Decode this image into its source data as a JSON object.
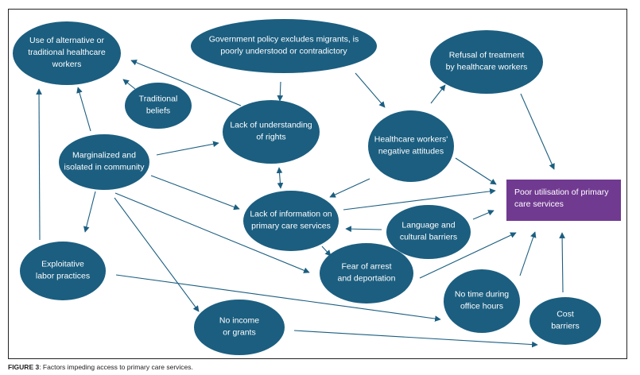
{
  "colors": {
    "node_fill": "#1b5e80",
    "outcome_fill": "#713a91",
    "edge": "#1b5e80",
    "node_text": "#ffffff"
  },
  "caption": {
    "label": "FIGURE 3",
    "text": ": Factors impeding access to primary care services."
  },
  "nodes": [
    {
      "id": "alternative-healthcare",
      "shape": "ellipse",
      "lines": [
        "Use of alternative or",
        "traditional healthcare",
        "workers"
      ]
    },
    {
      "id": "government-policy",
      "shape": "ellipse",
      "lines": [
        "Government policy excludes migrants, is",
        "poorly understood or contradictory"
      ]
    },
    {
      "id": "refusal-of-treatment",
      "shape": "ellipse",
      "lines": [
        "Refusal of treatment",
        "by healthcare workers"
      ]
    },
    {
      "id": "traditional-beliefs",
      "shape": "ellipse",
      "lines": [
        "Traditional",
        "beliefs"
      ]
    },
    {
      "id": "lack-of-understanding-rights",
      "shape": "ellipse",
      "lines": [
        "Lack of understanding",
        "of rights"
      ]
    },
    {
      "id": "healthcare-workers-attitudes",
      "shape": "ellipse",
      "lines": [
        "Healthcare workers'",
        "negative attitudes"
      ]
    },
    {
      "id": "marginalized-isolated",
      "shape": "ellipse",
      "lines": [
        "Marginalized and",
        "isolated in community"
      ]
    },
    {
      "id": "poor-utilisation",
      "shape": "box",
      "lines": [
        "Poor utilisation of primary",
        "care services"
      ]
    },
    {
      "id": "lack-of-information",
      "shape": "ellipse",
      "lines": [
        "Lack of information on",
        "primary care services"
      ]
    },
    {
      "id": "language-cultural-barriers",
      "shape": "ellipse",
      "lines": [
        "Language and",
        "cultural barriers"
      ]
    },
    {
      "id": "exploitative-labor",
      "shape": "ellipse",
      "lines": [
        "Exploitative",
        "labor practices"
      ]
    },
    {
      "id": "fear-of-arrest",
      "shape": "ellipse",
      "lines": [
        "Fear of arrest",
        "and deportation"
      ]
    },
    {
      "id": "no-time-office-hours",
      "shape": "ellipse",
      "lines": [
        "No time during",
        "office hours"
      ]
    },
    {
      "id": "no-income-grants",
      "shape": "ellipse",
      "lines": [
        "No income",
        "or grants"
      ]
    },
    {
      "id": "cost-barriers",
      "shape": "ellipse",
      "lines": [
        "Cost",
        "barriers"
      ]
    }
  ],
  "edges": [
    {
      "from": "traditional-beliefs",
      "to": "alternative-healthcare"
    },
    {
      "from": "lack-of-understanding-rights",
      "to": "alternative-healthcare"
    },
    {
      "from": "marginalized-isolated",
      "to": "alternative-healthcare"
    },
    {
      "from": "exploitative-labor",
      "to": "alternative-healthcare"
    },
    {
      "from": "government-policy",
      "to": "lack-of-understanding-rights"
    },
    {
      "from": "government-policy",
      "to": "healthcare-workers-attitudes"
    },
    {
      "from": "healthcare-workers-attitudes",
      "to": "refusal-of-treatment"
    },
    {
      "from": "refusal-of-treatment",
      "to": "poor-utilisation"
    },
    {
      "from": "marginalized-isolated",
      "to": "lack-of-understanding-rights"
    },
    {
      "from": "lack-of-understanding-rights",
      "to": "lack-of-information",
      "bidirectional": true
    },
    {
      "from": "healthcare-workers-attitudes",
      "to": "lack-of-information"
    },
    {
      "from": "healthcare-workers-attitudes",
      "to": "poor-utilisation"
    },
    {
      "from": "marginalized-isolated",
      "to": "lack-of-information"
    },
    {
      "from": "marginalized-isolated",
      "to": "exploitative-labor"
    },
    {
      "from": "marginalized-isolated",
      "to": "fear-of-arrest"
    },
    {
      "from": "marginalized-isolated",
      "to": "no-income-grants"
    },
    {
      "from": "lack-of-information",
      "to": "poor-utilisation"
    },
    {
      "from": "language-cultural-barriers",
      "to": "lack-of-information"
    },
    {
      "from": "language-cultural-barriers",
      "to": "poor-utilisation"
    },
    {
      "from": "lack-of-information",
      "to": "fear-of-arrest"
    },
    {
      "from": "fear-of-arrest",
      "to": "poor-utilisation"
    },
    {
      "from": "exploitative-labor",
      "to": "no-time-office-hours"
    },
    {
      "from": "no-time-office-hours",
      "to": "poor-utilisation"
    },
    {
      "from": "no-income-grants",
      "to": "cost-barriers"
    },
    {
      "from": "cost-barriers",
      "to": "poor-utilisation"
    }
  ]
}
